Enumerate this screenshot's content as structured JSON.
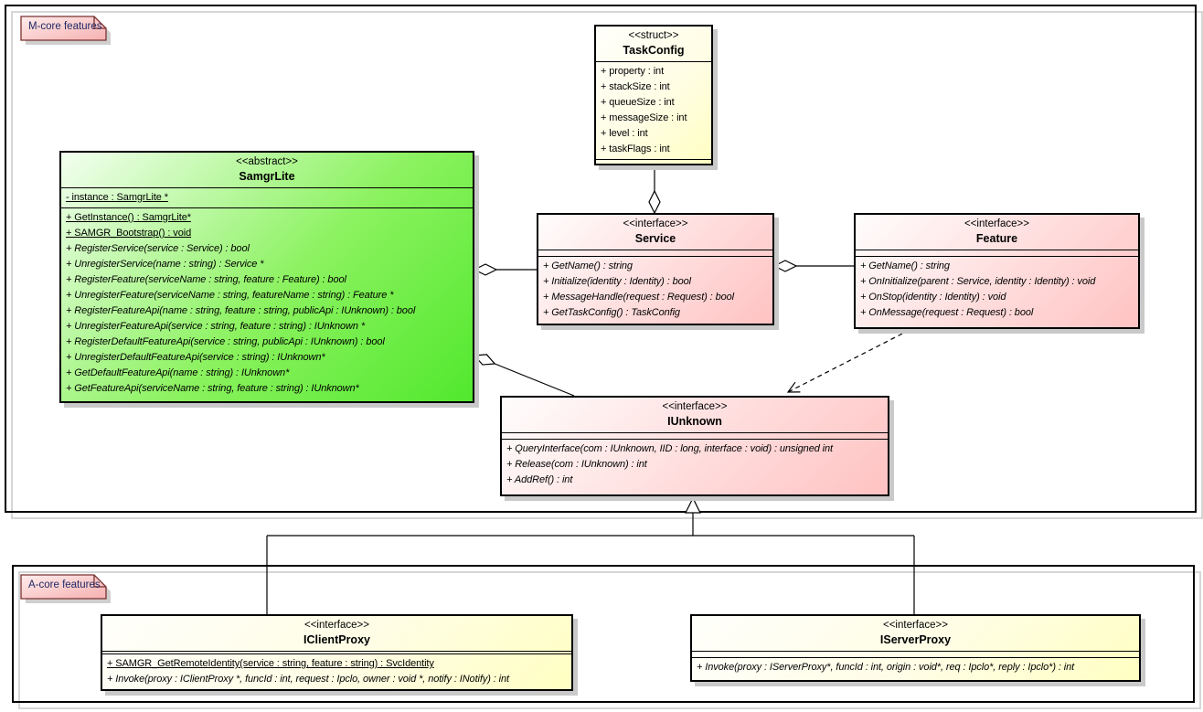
{
  "diagram": {
    "frames": {
      "mcore": {
        "label": "M-core features"
      },
      "acore": {
        "label": "A-core features"
      }
    },
    "classes": {
      "taskConfig": {
        "stereotype": "<<struct>>",
        "name": "TaskConfig",
        "attributes": [
          "+ property : int",
          "+ stackSize : int",
          "+ queueSize : int",
          "+ messageSize : int",
          "+ level : int",
          "+ taskFlags : int"
        ],
        "methods": []
      },
      "samgrLite": {
        "stereotype": "<<abstract>>",
        "name": "SamgrLite",
        "attributes": [
          "- instance : SamgrLite *"
        ],
        "methods": [
          "+ GetInstance() : SamgrLite*",
          "+ SAMGR_Bootstrap() : void",
          "+ RegisterService(service : Service) : bool",
          "+ UnregisterService(name : string) : Service *",
          "+ RegisterFeature(serviceName : string, feature : Feature) : bool",
          "+ UnregisterFeature(serviceName : string, featureName : string) : Feature *",
          "+ RegisterFeatureApi(name : string, feature : string, publicApi : IUnknown) : bool",
          "+ UnregisterFeatureApi(service : string, feature : string) : IUnknown *",
          "+ RegisterDefaultFeatureApi(service : string, publicApi : IUnknown) : bool",
          "+ UnregisterDefaultFeatureApi(service : string) : IUnknown*",
          "+ GetDefaultFeatureApi(name : string) : IUnknown*",
          "+ GetFeatureApi(serviceName : string, feature : string) : IUnknown*"
        ]
      },
      "service": {
        "stereotype": "<<interface>>",
        "name": "Service",
        "attributes": [],
        "methods": [
          "+ GetName() : string",
          "+ Initialize(identity : Identity) : bool",
          "+ MessageHandle(request : Request) : bool",
          "+ GetTaskConfig() : TaskConfig"
        ]
      },
      "feature": {
        "stereotype": "<<interface>>",
        "name": "Feature",
        "attributes": [],
        "methods": [
          "+ GetName() : string",
          "+ OnInitialize(parent : Service, identity : Identity) : void",
          "+ OnStop(identity : Identity) : void",
          "+ OnMessage(request : Request) : bool"
        ]
      },
      "iUnknown": {
        "stereotype": "<<interface>>",
        "name": "IUnknown",
        "attributes": [],
        "methods": [
          "+ QueryInterface(com : IUnknown, IID : long, interface : void) : unsigned int",
          "+ Release(com : IUnknown) : int",
          "+ AddRef() : int"
        ]
      },
      "iClientProxy": {
        "stereotype": "<<interface>>",
        "name": "IClientProxy",
        "attributes": [],
        "methods": [
          "+ SAMGR_GetRemoteIdentity(service : string, feature : string) : SvcIdentity",
          "+ Invoke(proxy : IClientProxy *, funcId : int, request : Ipclo, owner : void *, notify : INotify) : int"
        ]
      },
      "iServerProxy": {
        "stereotype": "<<interface>>",
        "name": "IServerProxy",
        "attributes": [],
        "methods": [
          "+ Invoke(proxy : IServerProxy*, funcId : int, origin : void*, req : Ipclo*, reply : Ipclo*) : int"
        ]
      }
    },
    "colors": {
      "abstract_fill": "#52e82e",
      "interface_fill": "#ffc2c2",
      "struct_fill": "#ffffc2",
      "note_fill": "#f7b5b5",
      "note_border": "#7a3030",
      "note_text": "#1f2a66",
      "line": "#000000",
      "shadow": "#c9c9c9"
    }
  }
}
